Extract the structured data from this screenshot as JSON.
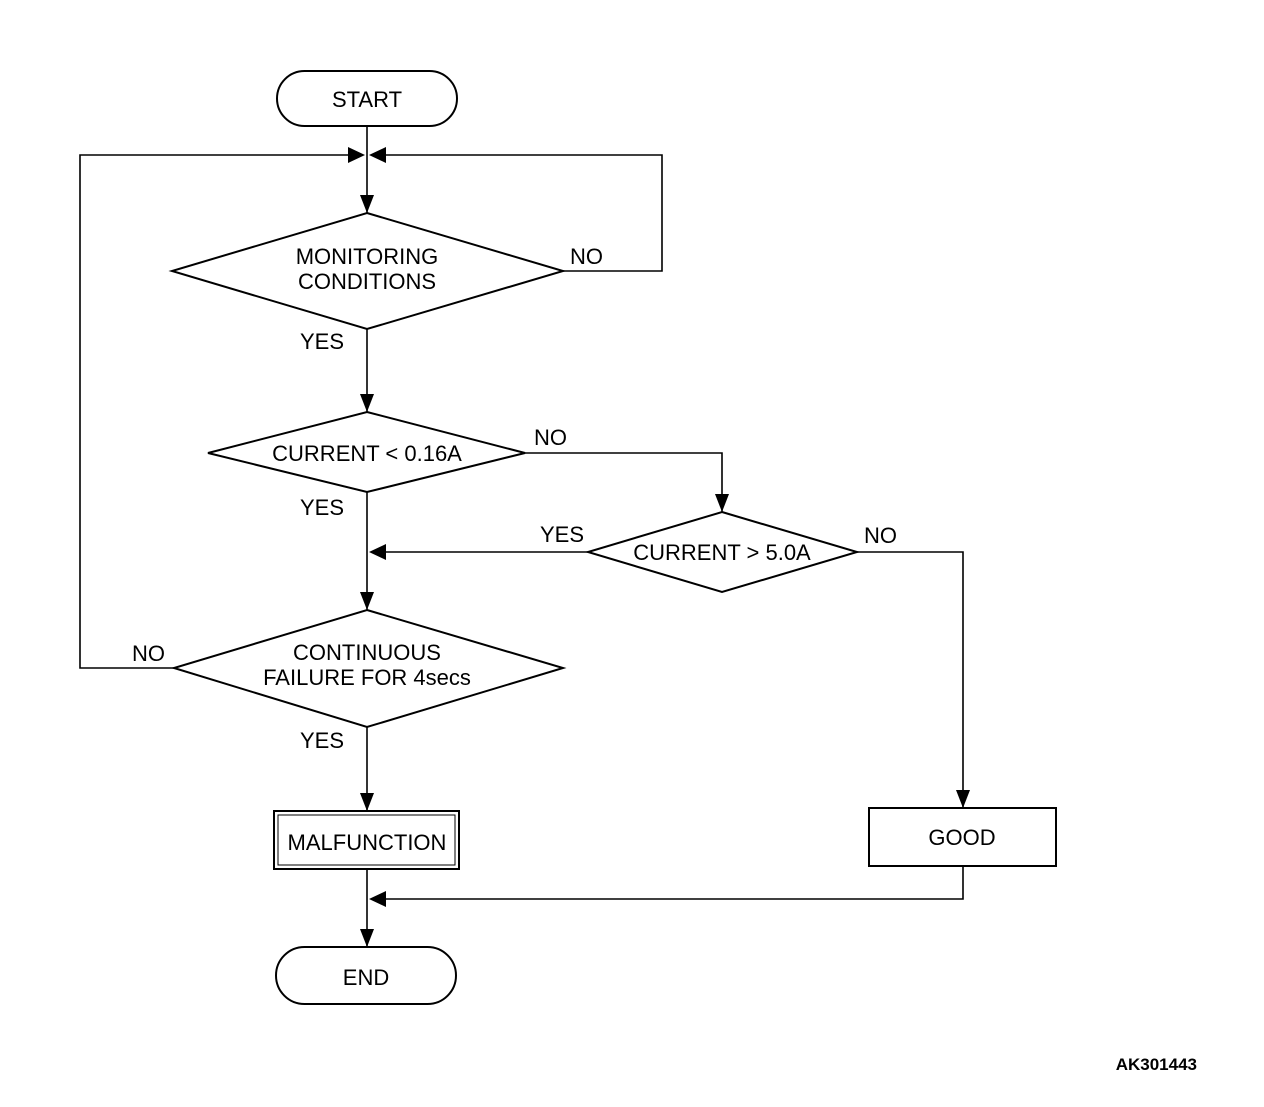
{
  "nodes": {
    "start": "START",
    "monitoring_line1": "MONITORING",
    "monitoring_line2": "CONDITIONS",
    "current_low": "CURRENT < 0.16A",
    "current_high": "CURRENT > 5.0A",
    "continuous_line1": "CONTINUOUS",
    "continuous_line2": "FAILURE FOR 4secs",
    "malfunction": "MALFUNCTION",
    "good": "GOOD",
    "end": "END"
  },
  "edge_labels": {
    "monitoring_no": "NO",
    "monitoring_yes": "YES",
    "current_low_no": "NO",
    "current_low_yes": "YES",
    "current_high_yes": "YES",
    "current_high_no": "NO",
    "continuous_no": "NO",
    "continuous_yes": "YES"
  },
  "figure_code": "AK301443"
}
